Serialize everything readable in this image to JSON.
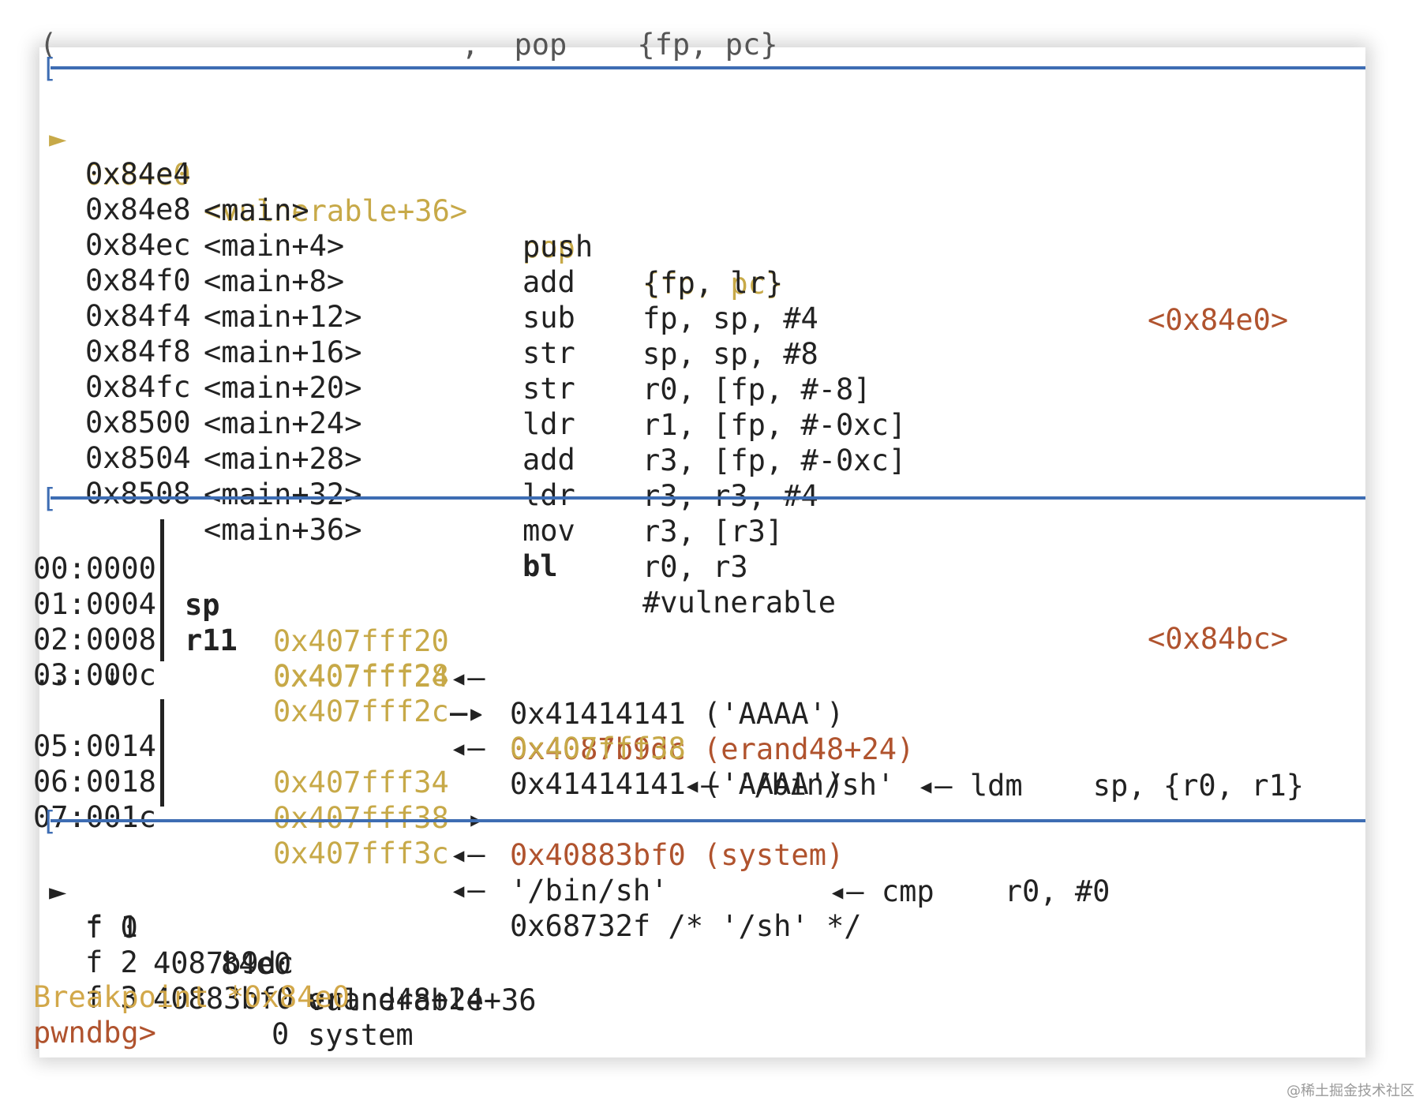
{
  "top_partial": "(                       ,  pop    {fp, pc}",
  "disasm": {
    "current_marker": "►",
    "rows": [
      {
        "addr": "0x84e0",
        "sym": "<vulnerable+36>",
        "op": "pop",
        "args": "{fp, pc}",
        "target": "<0x84e0>",
        "current": true
      },
      {
        "addr": "0x84e4",
        "sym": "<main>",
        "op": "push",
        "args": "{fp, lr}",
        "target": ""
      },
      {
        "addr": "0x84e8",
        "sym": "<main+4>",
        "op": "add",
        "args": "fp, sp, #4",
        "target": ""
      },
      {
        "addr": "0x84ec",
        "sym": "<main+8>",
        "op": "sub",
        "args": "sp, sp, #8",
        "target": ""
      },
      {
        "addr": "0x84f0",
        "sym": "<main+12>",
        "op": "str",
        "args": "r0, [fp, #-8]",
        "target": ""
      },
      {
        "addr": "0x84f4",
        "sym": "<main+16>",
        "op": "str",
        "args": "r1, [fp, #-0xc]",
        "target": ""
      },
      {
        "addr": "0x84f8",
        "sym": "<main+20>",
        "op": "ldr",
        "args": "r3, [fp, #-0xc]",
        "target": ""
      },
      {
        "addr": "0x84fc",
        "sym": "<main+24>",
        "op": "add",
        "args": "r3, r3, #4",
        "target": ""
      },
      {
        "addr": "0x8500",
        "sym": "<main+28>",
        "op": "ldr",
        "args": "r3, [r3]",
        "target": ""
      },
      {
        "addr": "0x8504",
        "sym": "<main+32>",
        "op": "mov",
        "args": "r0, r3",
        "target": ""
      },
      {
        "addr": "0x8508",
        "sym": "<main+36>",
        "op": "bl",
        "args": "#vulnerable",
        "target": "<0x84bc>",
        "bold_op": true
      }
    ]
  },
  "stack": {
    "rows": [
      {
        "idx": "00:0000",
        "reg": "sp",
        "addr": "0x407fff20",
        "arrow": "◂—",
        "val": "0x41414141 ('AAAA')",
        "val_color": "plain",
        "tail": ""
      },
      {
        "idx": "01:0004",
        "reg": "r11",
        "addr": "0x407fff24",
        "arrow": "—▸",
        "val": "0x4087b9dc (erand48+24)",
        "val_color": "red",
        "tail": "◂— ldm    sp, {r0, r1}"
      },
      {
        "idx": "02:0008",
        "reg": "",
        "addr": "0x407fff28",
        "arrow": "—▸",
        "val": "0x407fff38",
        "val_color": "yel",
        "tail": "◂— '/bin/sh'"
      },
      {
        "idx": "03:000c",
        "reg": "",
        "addr": "0x407fff2c",
        "arrow": "◂—",
        "val": "0x41414141 ('AAAA')",
        "val_color": "plain",
        "tail": ""
      }
    ],
    "skip": "... ↓",
    "rows2": [
      {
        "idx": "05:0014",
        "reg": "",
        "addr": "0x407fff34",
        "arrow": "—▸",
        "val": "0x40883bf0 (system)",
        "val_color": "red",
        "tail": "◂— cmp    r0, #0"
      },
      {
        "idx": "06:0018",
        "reg": "",
        "addr": "0x407fff38",
        "arrow": "◂—",
        "val": "'/bin/sh'",
        "val_color": "plain",
        "tail": ""
      },
      {
        "idx": "07:001c",
        "reg": "",
        "addr": "0x407fff3c",
        "arrow": "◂—",
        "val": "0x68732f /* '/sh' */",
        "val_color": "plain",
        "tail": ""
      }
    ]
  },
  "backtrace": {
    "marker": "►",
    "frames": [
      {
        "frame": "f 0",
        "addr": "84e0",
        "sym": "vulnerable+36"
      },
      {
        "frame": "f 1",
        "addr": "4087b9dc",
        "sym": "erand48+24"
      },
      {
        "frame": "f 2",
        "addr": "40883bf0",
        "sym": "system"
      },
      {
        "frame": "f 3",
        "addr": "0",
        "sym": ""
      }
    ]
  },
  "breakpoint_line": "Breakpoint *0x84e0",
  "prompt": "pwndbg>",
  "watermark": "@稀土掘金技术社区",
  "colors": {
    "separator": "#3e6db3",
    "address_yellow": "#c7a948",
    "pointer_red": "#b0532e",
    "prompt": "#d2a84a"
  }
}
